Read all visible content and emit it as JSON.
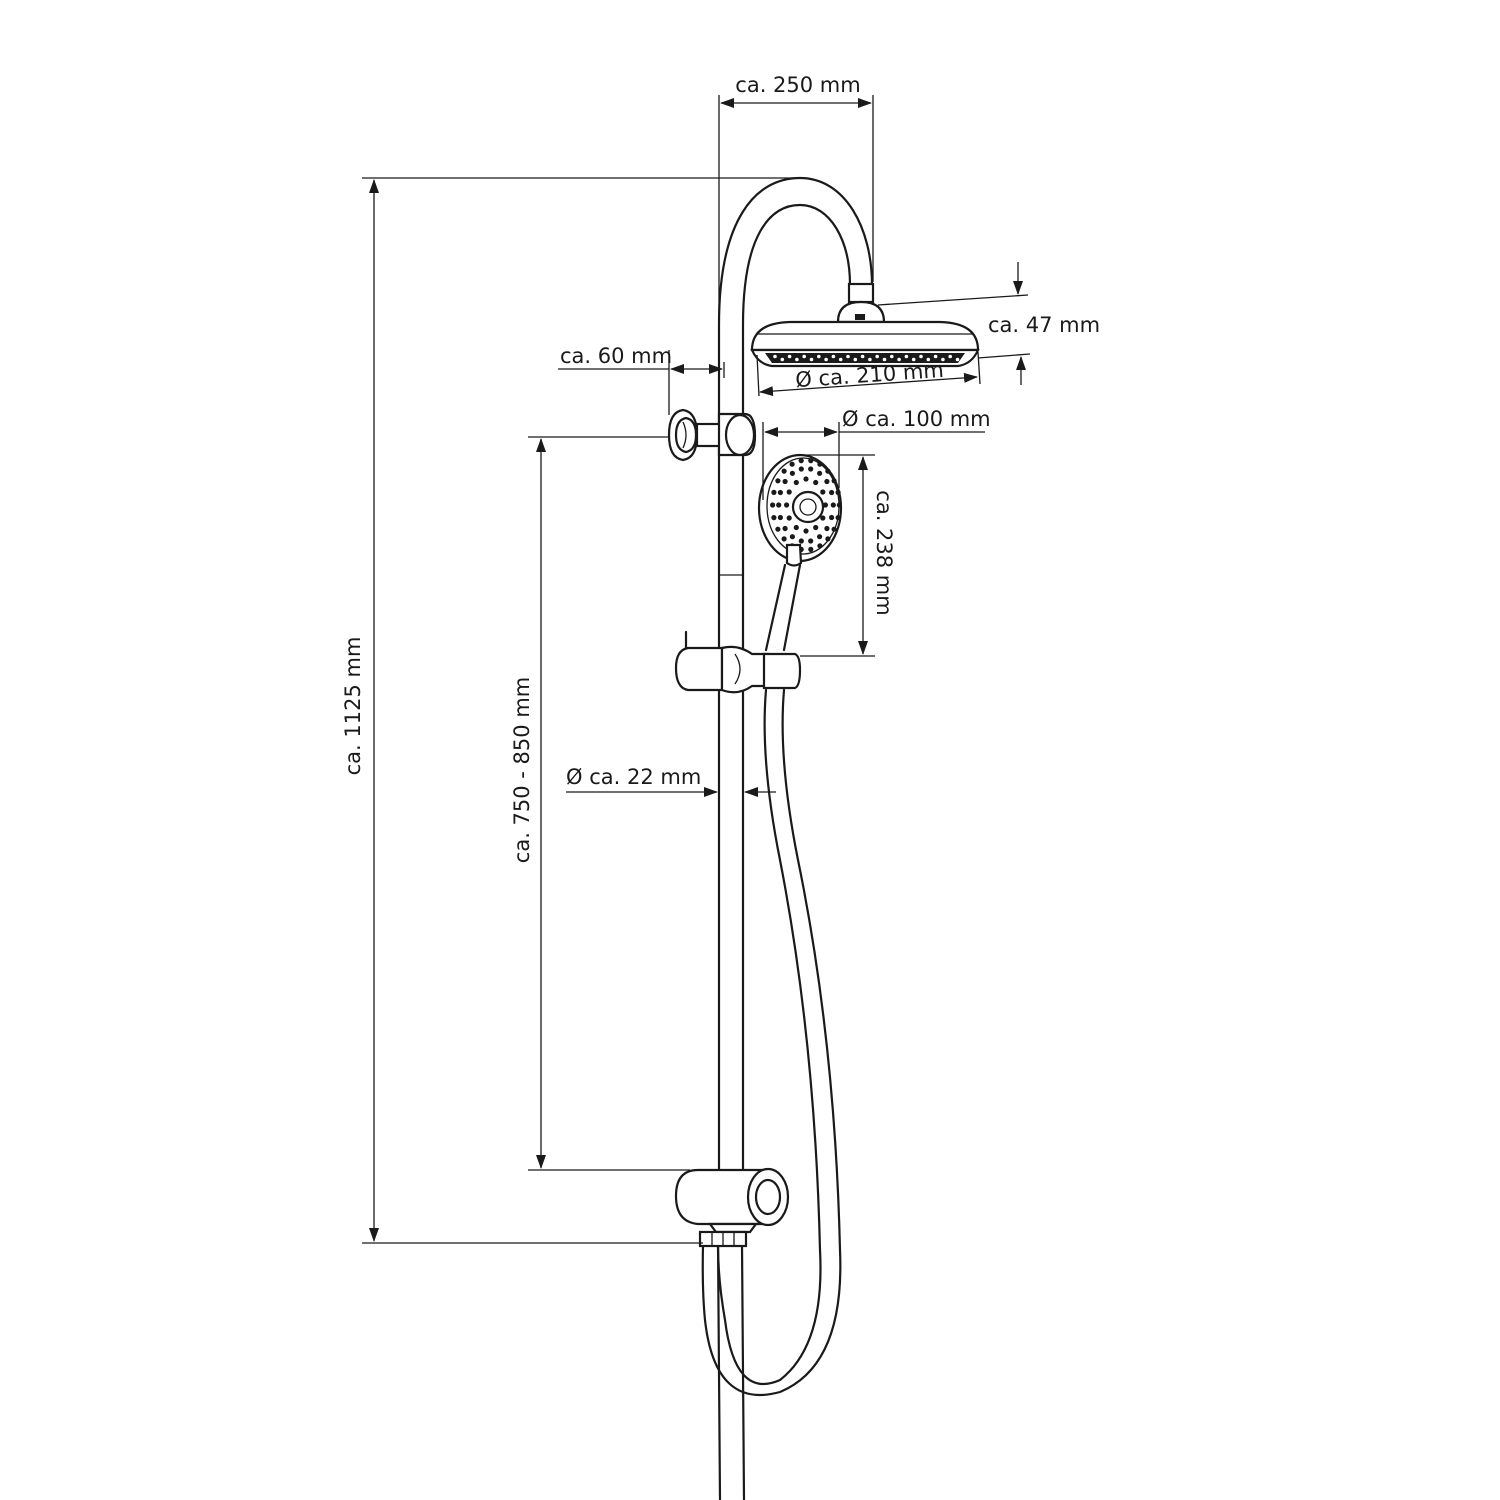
{
  "diagram": {
    "product": "shower-system",
    "colors": {
      "line": "#1a1a1a",
      "background": "#ffffff"
    },
    "dimensions": {
      "overhead_reach": "ca. 250 mm",
      "total_height": "ca. 1125 mm",
      "rain_head_height": "ca. 47 mm",
      "rain_head_diameter": "Ø ca. 210 mm",
      "wall_distance": "ca. 60 mm",
      "hand_shower_diameter": "Ø ca. 100 mm",
      "hand_shower_length": "ca. 238 mm",
      "holder_distance": "ca. 750 - 850 mm",
      "rod_diameter": "Ø ca. 22 mm"
    }
  }
}
